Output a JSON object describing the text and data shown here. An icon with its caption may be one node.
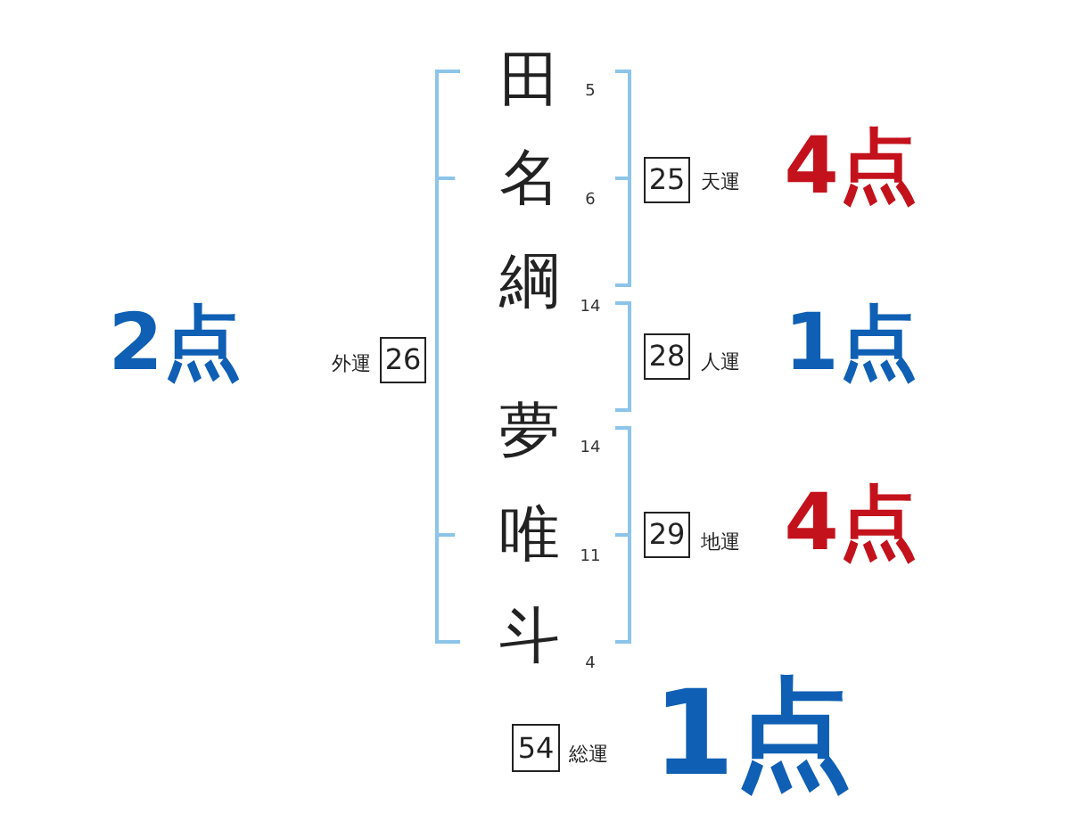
{
  "diagram": {
    "nodes": [
      {
        "text": [
          "25"
        ],
        "beside": [
          "天運"
        ]
      },
      {
        "text": [
          "26"
        ],
        "beside": [
          "外運"
        ]
      },
      {
        "text": [
          "28"
        ],
        "beside": [
          "人運"
        ]
      },
      {
        "text": [
          "29"
        ],
        "beside": [
          "地運"
        ]
      },
      {
        "text": [
          "54"
        ],
        "beside": [
          "総運"
        ]
      }
    ],
    "labels": [
      "田",
      "5",
      "名",
      "6",
      "綱",
      "14",
      "夢",
      "14",
      "唯",
      "11",
      "斗",
      "4",
      "4点",
      "2点",
      "1点",
      "4点",
      "1点"
    ]
  }
}
